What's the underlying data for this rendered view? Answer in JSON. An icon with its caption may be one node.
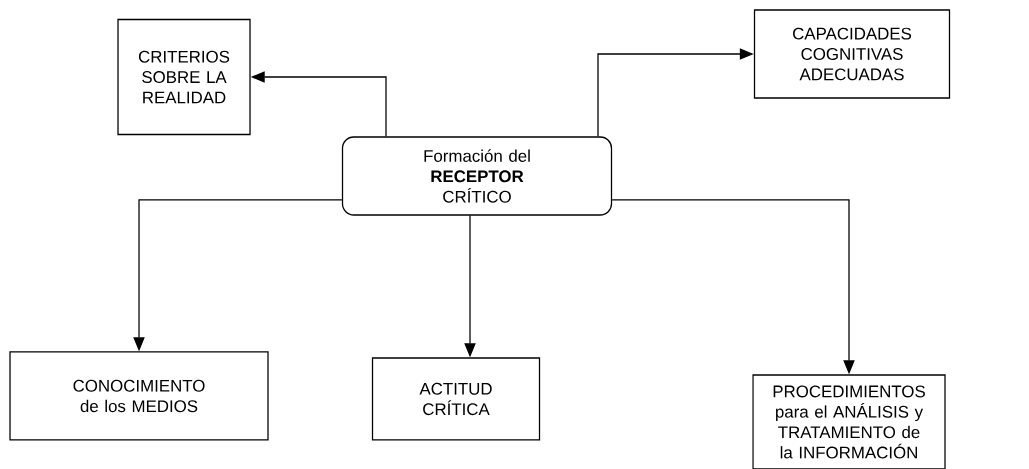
{
  "diagram": {
    "nodes": [
      {
        "text": [
          "Formación del **RECEPTOR** CRÍTICO"
        ]
      },
      {
        "text": [
          "CRITERIOS SOBRE LA REALIDAD"
        ]
      },
      {
        "text": [
          "CAPACIDADES COGNITIVAS ADECUADAS"
        ]
      },
      {
        "text": [
          "CONOCIMIENTO de los MEDIOS"
        ]
      },
      {
        "text": [
          "ACTITUD CRÍTICA"
        ]
      },
      {
        "text": [
          "PROCEDIMIENTOS para el ANÁLISIS y TRATAMIENTO de la INFORMACIÓN"
        ]
      }
    ],
    "edges": [
      {
        "from": 0,
        "to": 1,
        "arrow": "to"
      },
      {
        "from": 0,
        "to": 2,
        "arrow": "to"
      },
      {
        "from": 0,
        "to": 3,
        "arrow": "to"
      },
      {
        "from": 0,
        "to": 4,
        "arrow": "to"
      },
      {
        "from": 0,
        "to": 5,
        "arrow": "to"
      }
    ]
  }
}
